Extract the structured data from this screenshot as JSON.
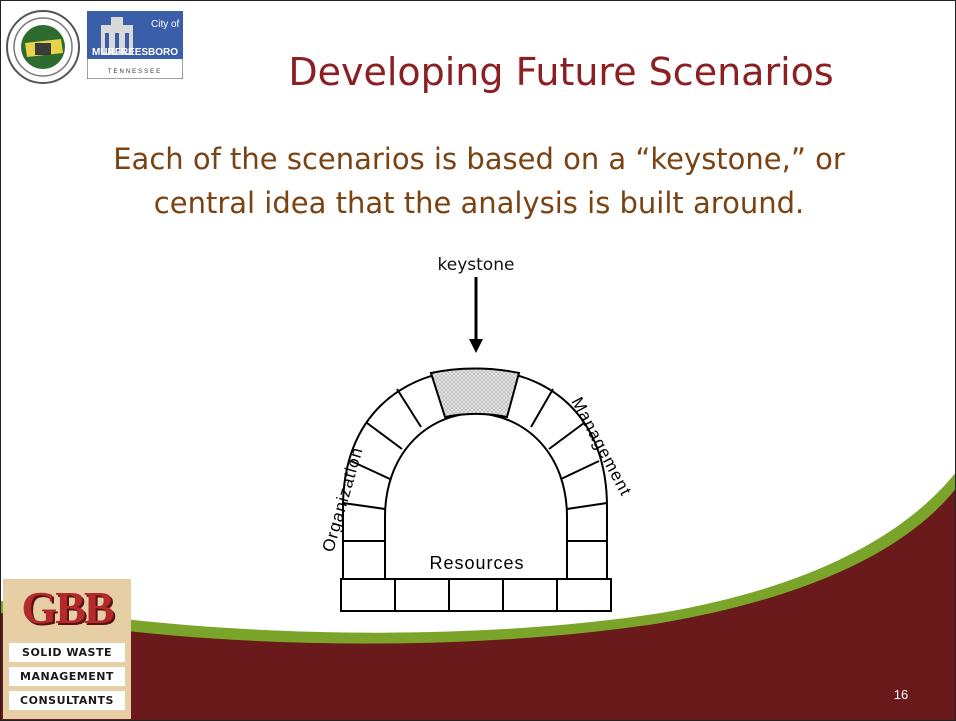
{
  "logos": {
    "city_text_top": "City of",
    "city_text_main": "MURFREESBORO",
    "city_text_state": "TENNESSEE"
  },
  "title": "Developing Future Scenarios",
  "body": {
    "line1": "Each of the scenarios is based on a “keystone,” or",
    "line2": "central idea that the analysis is built around."
  },
  "diagram": {
    "keystone_label": "keystone",
    "left_label": "Organization",
    "right_label": "Management",
    "base_label": "Resources"
  },
  "footer": {
    "brand_letters": "GBB",
    "brand_line1": "SOLID WASTE",
    "brand_line2": "MANAGEMENT",
    "brand_line3": "CONSULTANTS",
    "page_number": "16"
  },
  "colors": {
    "title": "#8b1f22",
    "body_text": "#7b4212",
    "footer_maroon": "#6a1a1b",
    "footer_green": "#7aa52a"
  }
}
